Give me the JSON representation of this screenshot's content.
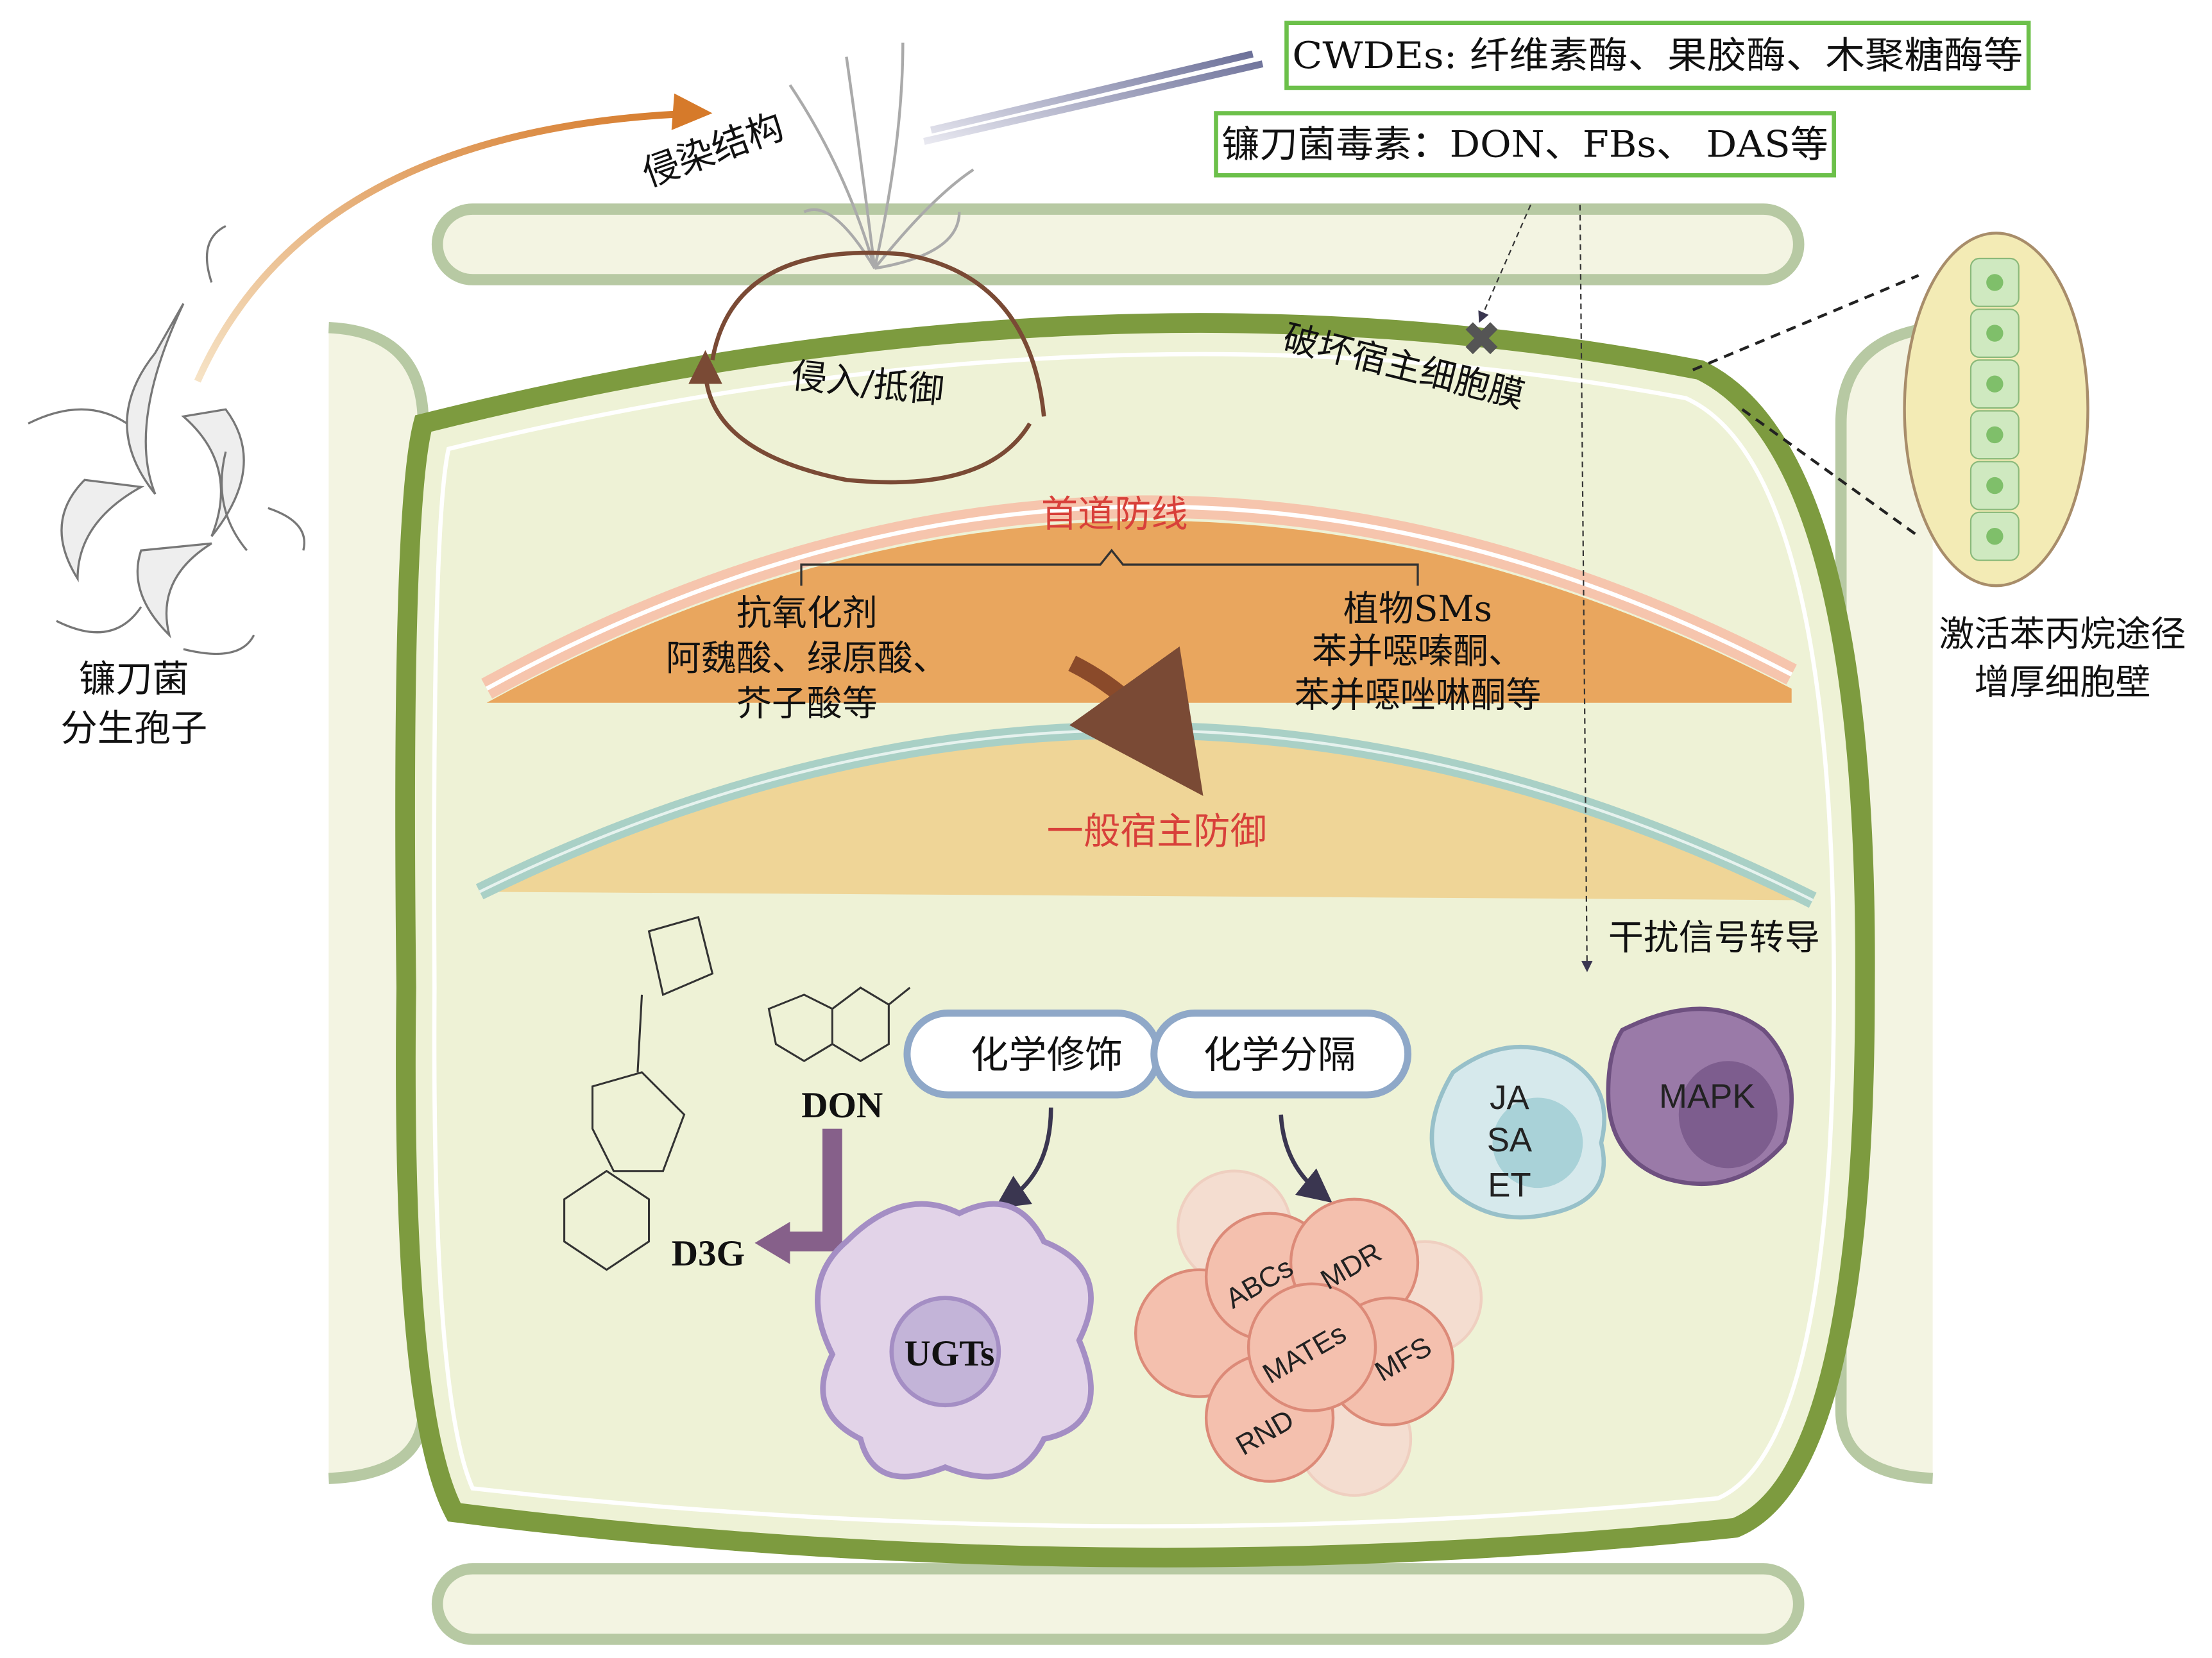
{
  "fungus": {
    "line1": "镰刀菌",
    "line2": "分生孢子"
  },
  "infection_structure": "侵染结构",
  "cwdes_box": "CWDEs: 纤维素酶、果胶酶、木聚糖酶等",
  "toxin_box": "镰刀菌毒素：DON、FBs、 DAS等",
  "membrane_damage": "破坏宿主细胞膜",
  "invade_defend": "侵入/抵御",
  "first_defense": "首道防线",
  "antioxidants": {
    "line1": "抗氧化剂",
    "line2": "阿魏酸、绿原酸、",
    "line3": "芥子酸等"
  },
  "plant_sms": {
    "line1": "植物SMs",
    "line2": "苯并噁嗪酮、",
    "line3": "苯并噁唑啉酮等"
  },
  "general_defense": "一般宿主防御",
  "signal_interference": "干扰信号转导",
  "phenylpropanoid": {
    "line1": "激活苯丙烷途径",
    "line2": "增厚细胞壁"
  },
  "molecules": {
    "don": "DON",
    "d3g": "D3G"
  },
  "capsule": {
    "left": "化学修饰",
    "right": "化学分隔"
  },
  "ugts": "UGTs",
  "transporters": [
    "ABCs",
    "MDR",
    "MATEs",
    "MFS",
    "RND"
  ],
  "hormones": [
    "JA",
    "SA",
    "ET"
  ],
  "mapk": "MAPK",
  "colors": {
    "cell_wall": "#7d9b3f",
    "cytoplasm": "#eef2d6",
    "orange_zone": "#e9a65e",
    "yellow_zone": "#efd597",
    "red_text": "#d8403a",
    "box_border": "#6cc04a"
  }
}
